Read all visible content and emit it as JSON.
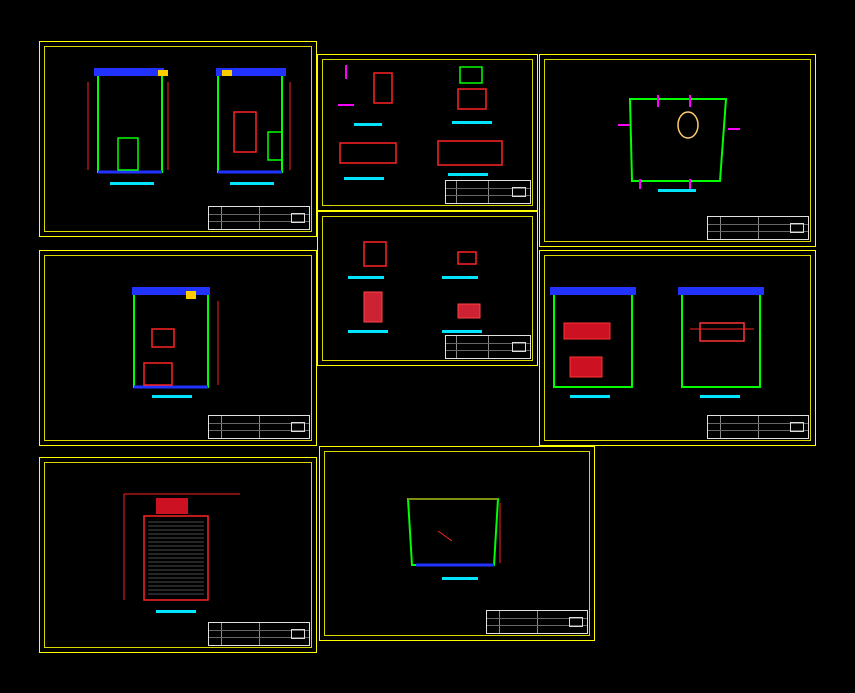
{
  "canvas": {
    "background": "#000000",
    "sheet_border_color": "#ffff00",
    "title_block_color": "#e0e0e0"
  },
  "colors": {
    "wall": "#00ff00",
    "frame": "#ff2222",
    "beam": "#2233ff",
    "annotation": "#ffffff",
    "caption": "#00e5ff",
    "marker": "#ff00ff"
  },
  "sheets": [
    {
      "id": "sheet-1",
      "drawing": "two-elevations"
    },
    {
      "id": "sheet-2",
      "drawing": "furniture-details"
    },
    {
      "id": "sheet-3",
      "drawing": "ceiling-plan"
    },
    {
      "id": "sheet-4",
      "drawing": "interior-elevation"
    },
    {
      "id": "sheet-5",
      "drawing": "small-details"
    },
    {
      "id": "sheet-6",
      "drawing": "signage-elevations"
    },
    {
      "id": "sheet-7",
      "drawing": "front-elevation"
    },
    {
      "id": "sheet-8",
      "drawing": "floor-plan"
    }
  ]
}
